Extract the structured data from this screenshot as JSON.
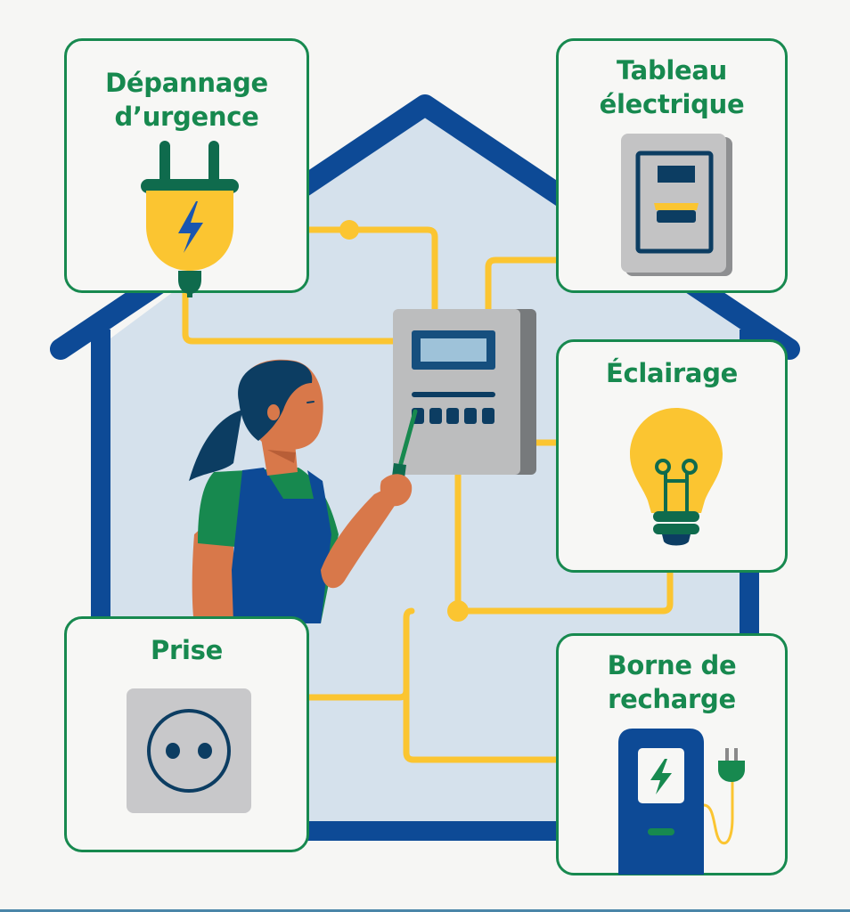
{
  "colors": {
    "green": "#17894f",
    "dark_green": "#0f6b4d",
    "navy": "#0d4a96",
    "dark_navy": "#0c3d62",
    "yellow": "#fbc531",
    "house_fill": "#d5e1ec",
    "gray": "#c4c4c4",
    "skin": "#d8784a",
    "background": "#f6f6f4"
  },
  "diagram": {
    "center": {
      "name": "Compteur électrique / panneau central",
      "icon": "electric-meter-icon",
      "buttons_count": 5
    },
    "figure": {
      "description": "Électricienne tenant un tournevis",
      "icon": "electrician-icon",
      "tool_icon": "screwdriver-icon"
    },
    "cards": [
      {
        "id": "depannage",
        "title_lines": [
          "Dépannage",
          "d’urgence"
        ],
        "icon": "plug-icon",
        "position": "top-left"
      },
      {
        "id": "tableau",
        "title_lines": [
          "Tableau",
          "électrique"
        ],
        "icon": "electrical-panel-icon",
        "position": "top-right"
      },
      {
        "id": "eclairage",
        "title_lines": [
          "Éclairage"
        ],
        "icon": "light-bulb-icon",
        "position": "middle-right"
      },
      {
        "id": "prise",
        "title_lines": [
          "Prise"
        ],
        "icon": "power-outlet-icon",
        "position": "bottom-left"
      },
      {
        "id": "borne",
        "title_lines": [
          "Borne de",
          "recharge"
        ],
        "icon": "ev-charger-icon",
        "position": "bottom-right"
      }
    ]
  }
}
